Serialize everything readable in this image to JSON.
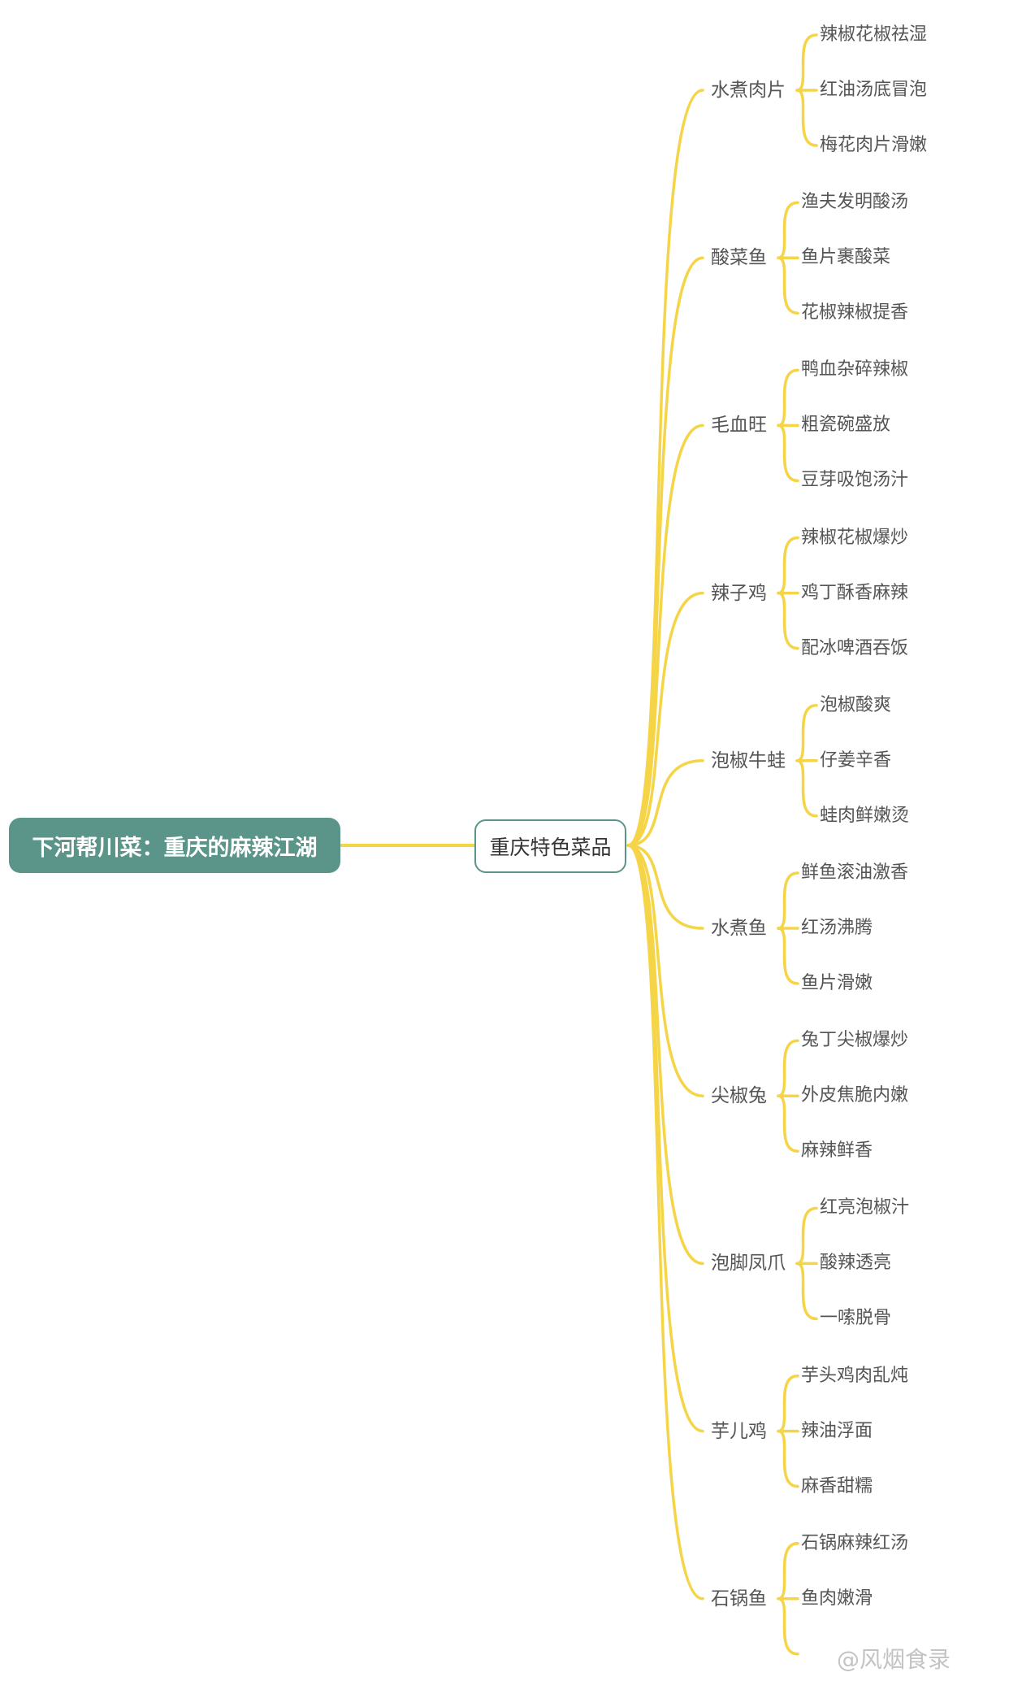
{
  "mindmap": {
    "root": {
      "label": "下河帮川菜：重庆的麻辣江湖"
    },
    "center": {
      "label": "重庆特色菜品"
    },
    "dishes": [
      {
        "label": "水煮肉片",
        "features": [
          "辣椒花椒祛湿",
          "红油汤底冒泡",
          "梅花肉片滑嫩"
        ]
      },
      {
        "label": "酸菜鱼",
        "features": [
          "渔夫发明酸汤",
          "鱼片裹酸菜",
          "花椒辣椒提香"
        ]
      },
      {
        "label": "毛血旺",
        "features": [
          "鸭血杂碎辣椒",
          "粗瓷碗盛放",
          "豆芽吸饱汤汁"
        ]
      },
      {
        "label": "辣子鸡",
        "features": [
          "辣椒花椒爆炒",
          "鸡丁酥香麻辣",
          "配冰啤酒吞饭"
        ]
      },
      {
        "label": "泡椒牛蛙",
        "features": [
          "泡椒酸爽",
          "仔姜辛香",
          "蛙肉鲜嫩烫"
        ]
      },
      {
        "label": "水煮鱼",
        "features": [
          "鲜鱼滚油激香",
          "红汤沸腾",
          "鱼片滑嫩"
        ]
      },
      {
        "label": "尖椒兔",
        "features": [
          "兔丁尖椒爆炒",
          "外皮焦脆内嫩",
          "麻辣鲜香"
        ]
      },
      {
        "label": "泡脚凤爪",
        "features": [
          "红亮泡椒汁",
          "酸辣透亮",
          "一嗦脱骨"
        ]
      },
      {
        "label": "芋儿鸡",
        "features": [
          "芋头鸡肉乱炖",
          "辣油浮面",
          "麻香甜糯"
        ]
      },
      {
        "label": "石锅鱼",
        "features": [
          "石锅麻辣红汤",
          "鱼肉嫩滑",
          ""
        ]
      }
    ],
    "colors": {
      "line": "#f5d547",
      "root_fill": "#5b9589",
      "center_border": "#5b9589",
      "text": "#555555"
    }
  },
  "watermark": {
    "text": "@风烟食录"
  }
}
